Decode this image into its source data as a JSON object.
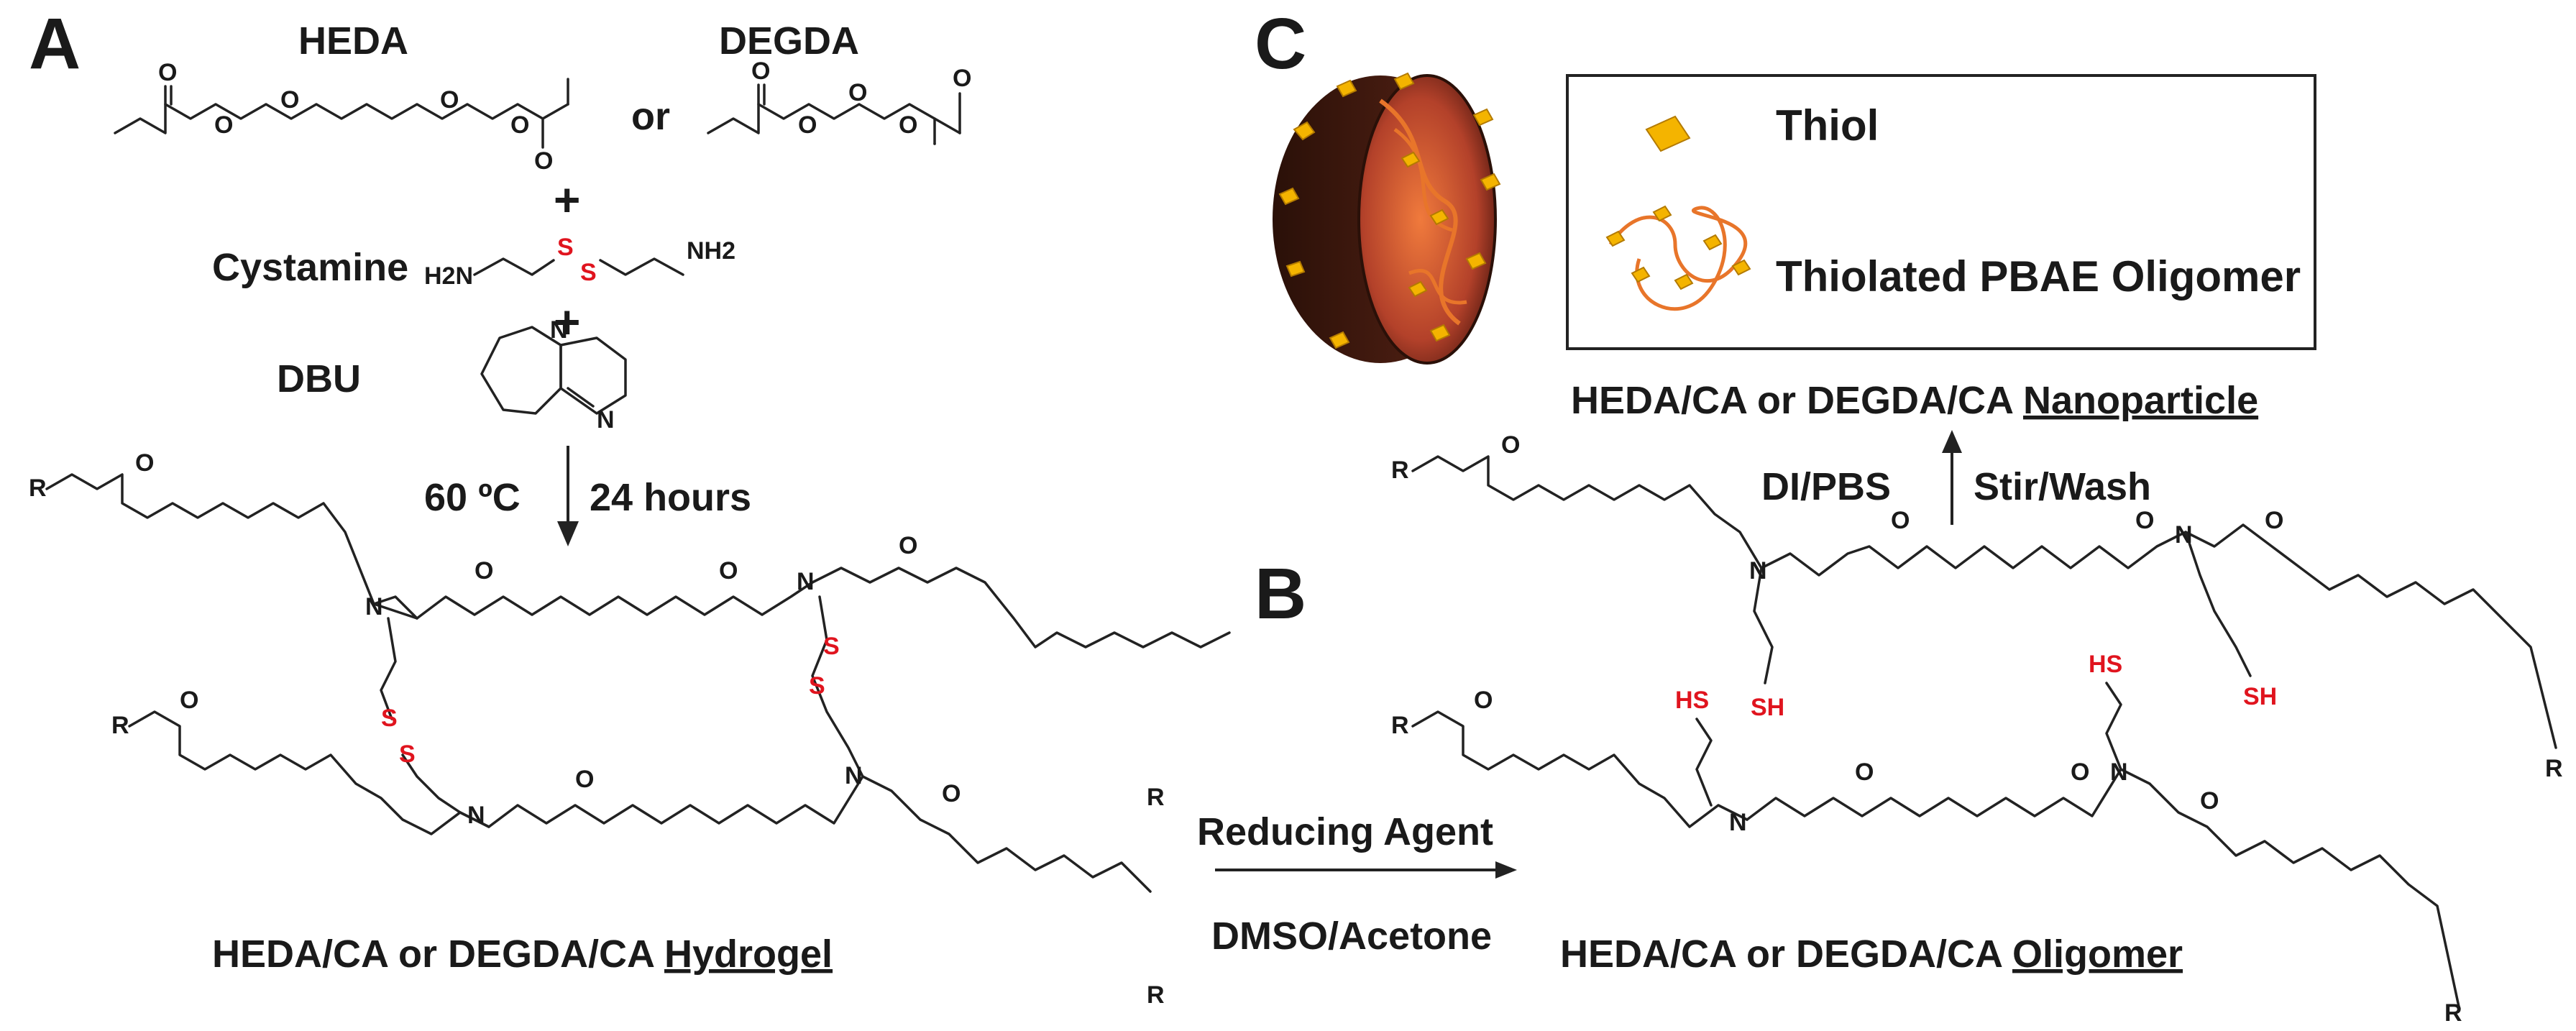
{
  "panels": {
    "a": "A",
    "b": "B",
    "c": "C"
  },
  "reagents": {
    "heda": "HEDA",
    "degda": "DEGDA",
    "or": "or",
    "plus": "+",
    "cystamine": "Cystamine",
    "h2n": "H2N",
    "nh2": "NH2",
    "dbu": "DBU"
  },
  "conditions": {
    "temperature": "60 ºC",
    "time": "24 hours",
    "reducing_agent": "Reducing Agent",
    "solvent": "DMSO/Acetone",
    "di_pbs": "DI/PBS",
    "stir_wash": "Stir/Wash"
  },
  "atoms": {
    "o": "O",
    "n": "N",
    "s": "S",
    "r": "R",
    "sh": "SH",
    "hs": "HS"
  },
  "products": {
    "hydrogel_prefix": "HEDA/CA or DEGDA/CA ",
    "hydrogel_word": "Hydrogel",
    "oligomer_prefix": "HEDA/CA or DEGDA/CA ",
    "oligomer_word": "Oligomer",
    "nanoparticle_prefix": "HEDA/CA or DEGDA/CA ",
    "nanoparticle_word": "Nanoparticle"
  },
  "legend": {
    "thiol": "Thiol",
    "oligomer": "Thiolated PBAE Oligomer"
  },
  "colors": {
    "disulfide": "#e0141e",
    "thiol_flake": "#f4b400",
    "particle_outer": "#3a1a10",
    "particle_face": "#b84a2a",
    "chain": "#e8752a"
  }
}
